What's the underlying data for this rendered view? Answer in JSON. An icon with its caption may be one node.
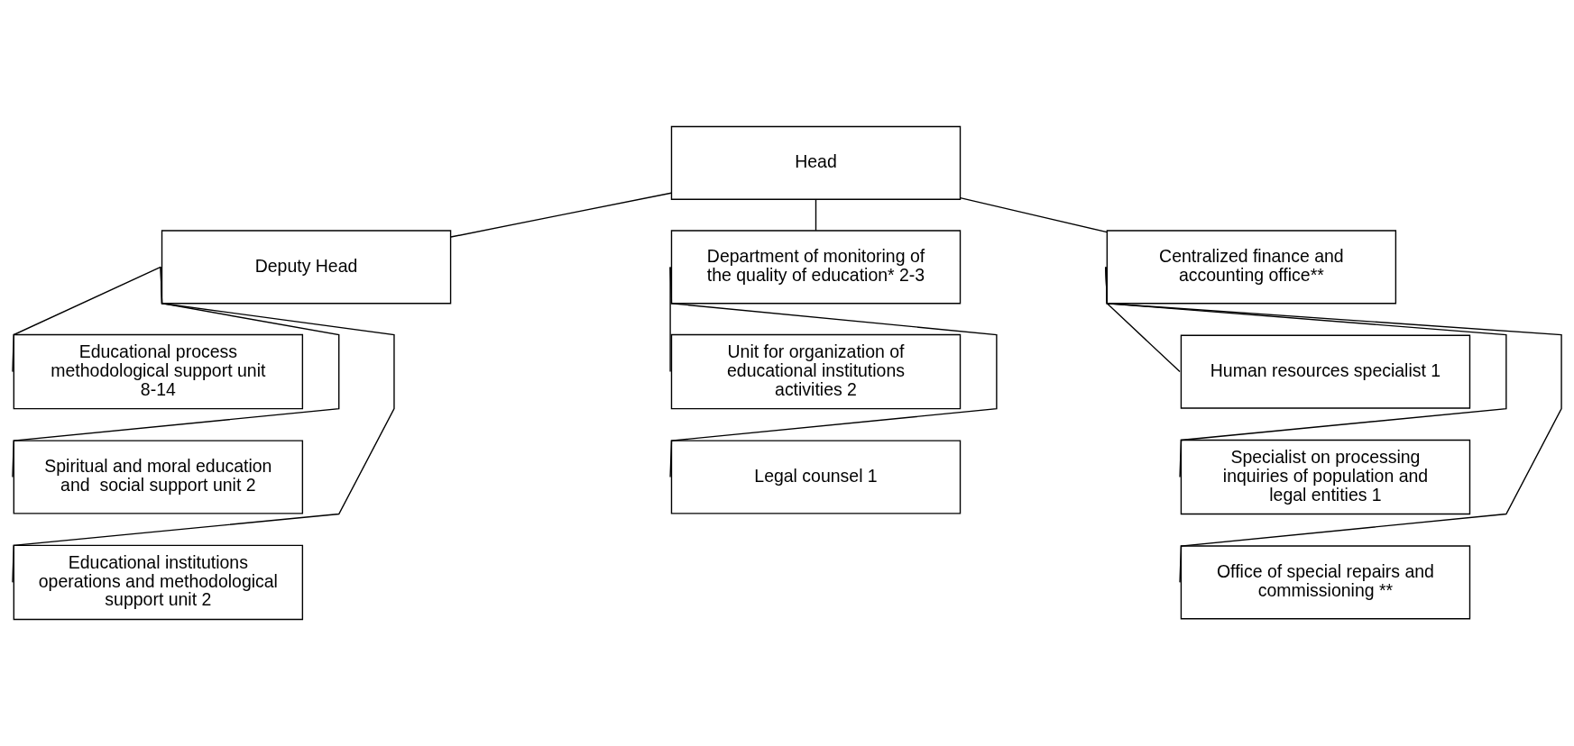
{
  "diagram": {
    "nodes": [
      {
        "text": [
          "Head"
        ]
      },
      {
        "text": [
          "Deputy Head"
        ]
      },
      {
        "text": [
          "Educational process methodological support unit 8-14"
        ]
      },
      {
        "text": [
          "Spiritual and moral education and  social support unit 2"
        ]
      },
      {
        "text": [
          "Educational institutions operations and methodological support unit 2"
        ]
      },
      {
        "text": [
          "Department of monitoring of the quality of education* 2-3"
        ]
      },
      {
        "text": [
          "Unit for organization of educational institutions activities 2"
        ]
      },
      {
        "text": [
          "Legal counsel 1"
        ]
      },
      {
        "text": [
          "Centralized finance and accounting office**"
        ]
      },
      {
        "text": [
          "Human resources specialist 1"
        ]
      },
      {
        "text": [
          "Specialist on processing inquiries of population and legal entities 1"
        ]
      },
      {
        "text": [
          "Office of special repairs and commissioning **"
        ]
      }
    ],
    "edges": [
      {
        "from": 0,
        "to": 1,
        "arrow": "none"
      },
      {
        "from": 0,
        "to": 5,
        "arrow": "none"
      },
      {
        "from": 0,
        "to": 8,
        "arrow": "none"
      },
      {
        "from": 1,
        "to": 2,
        "arrow": "none"
      },
      {
        "from": 1,
        "to": 3,
        "arrow": "none"
      },
      {
        "from": 1,
        "to": 4,
        "arrow": "none"
      },
      {
        "from": 5,
        "to": 6,
        "arrow": "none"
      },
      {
        "from": 5,
        "to": 7,
        "arrow": "none"
      },
      {
        "from": 8,
        "to": 9,
        "arrow": "none"
      },
      {
        "from": 8,
        "to": 10,
        "arrow": "none"
      },
      {
        "from": 8,
        "to": 11,
        "arrow": "none"
      }
    ]
  }
}
